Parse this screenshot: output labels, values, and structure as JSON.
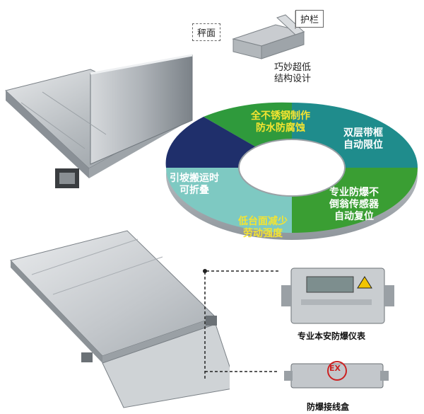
{
  "callouts": {
    "scale_surface": "秤面",
    "guardrail": "护栏",
    "design_line1": "巧妙超低",
    "design_line2": "结构设计"
  },
  "ring_features": [
    {
      "line1": "全不锈钢制作",
      "line2": "防水防腐蚀",
      "color": "#f4e431"
    },
    {
      "line1": "双层带框",
      "line2": "自动限位",
      "color": "#ffffff"
    },
    {
      "line1": "专业防爆不",
      "line2": "倒翁传感器",
      "line3": "自动复位",
      "color": "#ffffff"
    },
    {
      "line1": "低台面减少",
      "line2": "劳动强度",
      "color": "#f4e431"
    },
    {
      "line1": "引坡搬运时",
      "line2": "可折叠",
      "color": "#ffffff"
    }
  ],
  "devices": {
    "indicator_caption": "专业本安防爆仪表",
    "junction_caption": "防爆接线盒",
    "ex_mark": "EX"
  },
  "colors": {
    "ring_green": "#2f9a3c",
    "ring_teal": "#1f8c8c",
    "ring_navy": "#1f2f6b",
    "ring_light_teal": "#7ec9c2",
    "ring_grey": "#b7bcc0"
  }
}
